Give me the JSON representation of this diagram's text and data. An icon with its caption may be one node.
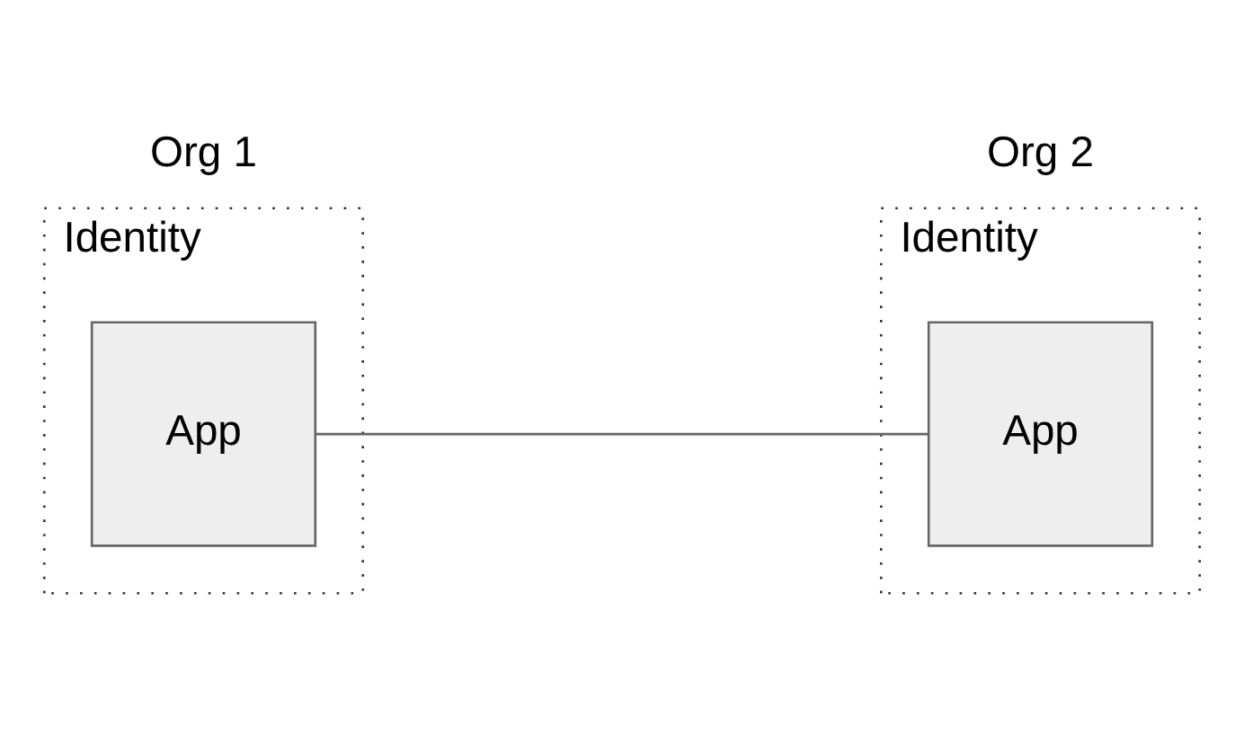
{
  "diagram": {
    "nodes": [
      {
        "text": [
          "Identity"
        ]
      },
      {
        "text": [
          "App"
        ],
        "in": 0
      },
      {
        "text": [
          "Identity"
        ]
      },
      {
        "text": [
          "App"
        ],
        "in": 2
      }
    ],
    "edges": [
      {
        "from": 1,
        "to": 3,
        "arrow": "none"
      }
    ],
    "labels": [
      "Org 1",
      "Org 2"
    ]
  }
}
